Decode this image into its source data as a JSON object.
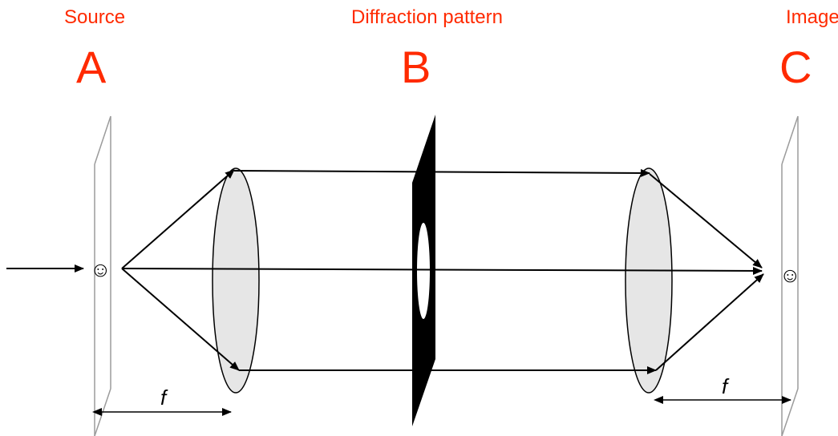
{
  "labels": {
    "source": "Source",
    "diffraction": "Diffraction pattern",
    "image": "Image",
    "a": "A",
    "b": "B",
    "c": "C",
    "f_left": "f",
    "f_right": "f"
  },
  "smiley": "☺",
  "colors": {
    "label": "#ff2a00",
    "lens_fill": "#e6e6e6",
    "plane": "#9b9b9b"
  }
}
